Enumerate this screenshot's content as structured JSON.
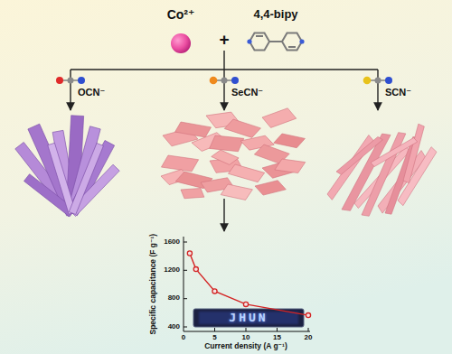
{
  "diagram": {
    "nodes": [
      {
        "text": [
          "Co²⁺"
        ]
      },
      {
        "text": [
          "4,4-bipy"
        ]
      }
    ],
    "labels": [
      "+",
      "OCN⁻",
      "SeCN⁻",
      "SCN⁻",
      "Specific capacitance (F g⁻¹)",
      "Current density (A g⁻¹)",
      "1600",
      "1200",
      "800",
      "400",
      "0",
      "5",
      "10",
      "15",
      "20",
      "JHUN"
    ]
  }
}
